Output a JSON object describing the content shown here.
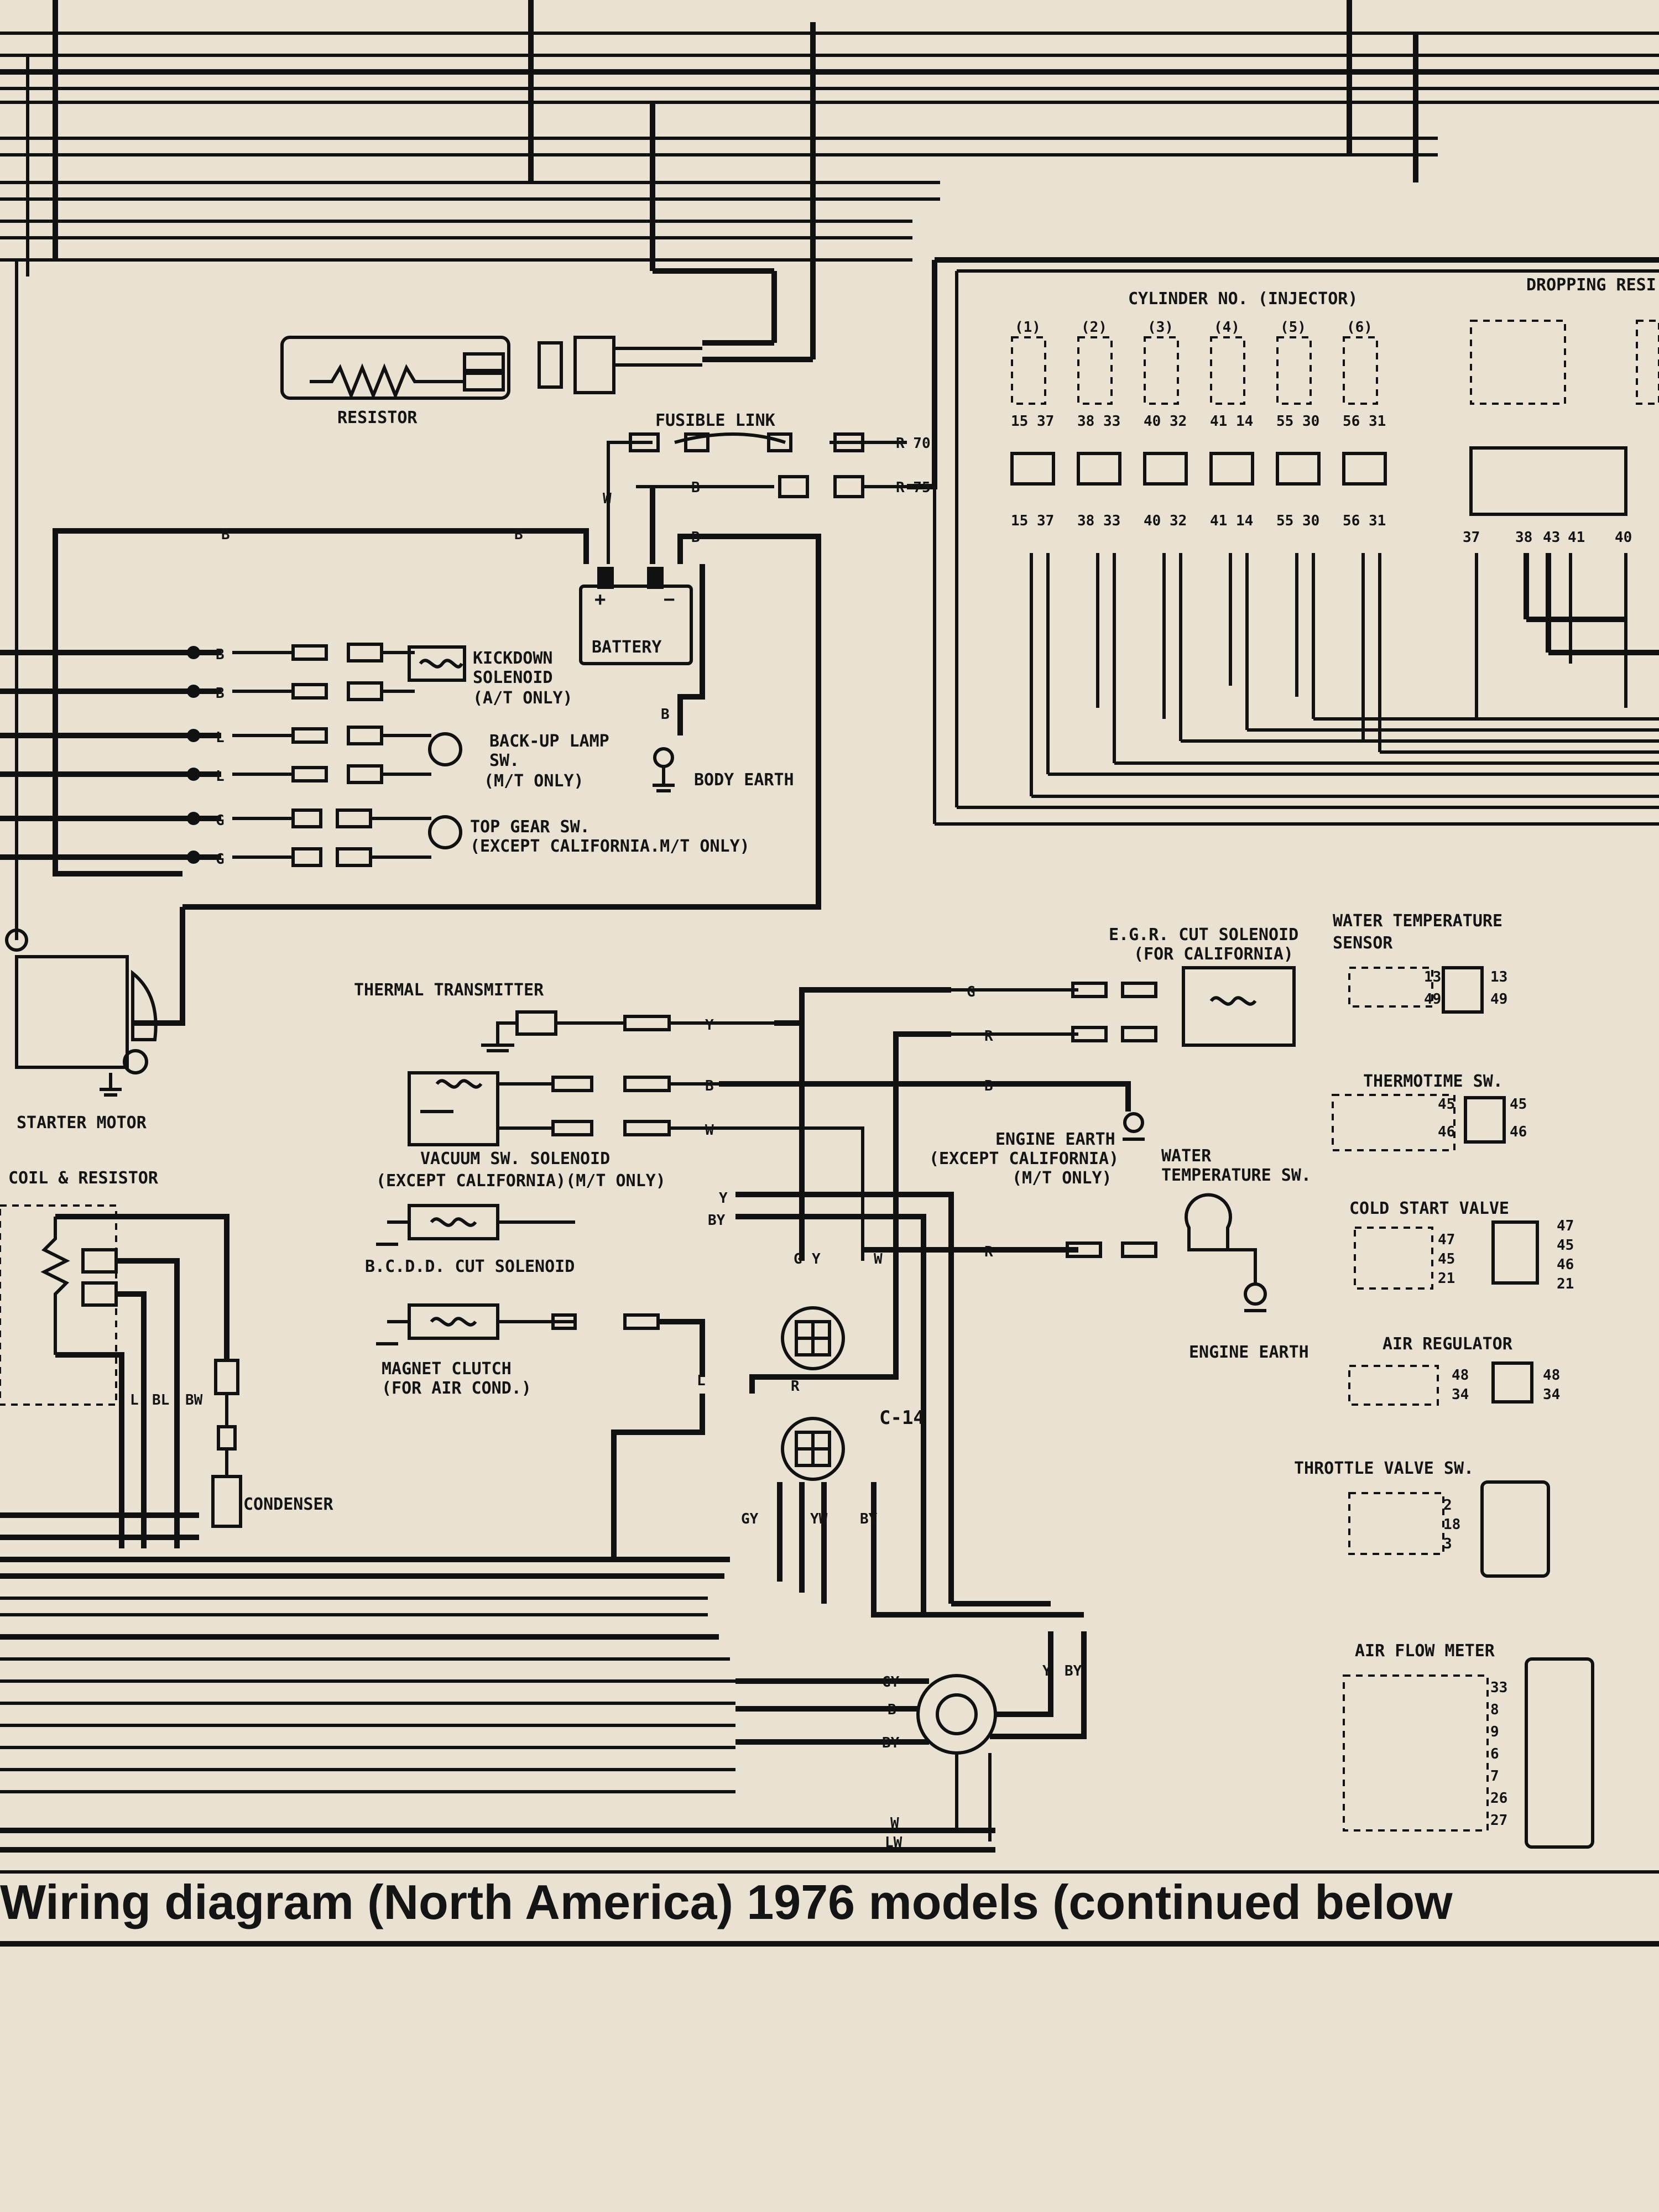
{
  "caption": "Wiring diagram (North America) 1976 models (continued below",
  "components": {
    "resistor": "RESISTOR",
    "fusible_link": "FUSIBLE LINK",
    "battery": "BATTERY",
    "body_earth": "BODY EARTH",
    "kickdown": [
      "KICKDOWN",
      "SOLENOID",
      "(A/T ONLY)"
    ],
    "backup_lamp": [
      "BACK-UP LAMP",
      "SW.",
      "(M/T ONLY)"
    ],
    "top_gear": [
      "TOP GEAR SW.",
      "(EXCEPT CALIFORNIA.M/T ONLY)"
    ],
    "starter_motor": "STARTER MOTOR",
    "coil_resistor": "COIL & RESISTOR",
    "condenser": "CONDENSER",
    "thermal_transmitter": "THERMAL TRANSMITTER",
    "vacuum_solenoid": [
      "VACUUM SW. SOLENOID",
      "(EXCEPT CALIFORNIA)(M/T ONLY)"
    ],
    "bcdd": "B.C.D.D. CUT SOLENOID",
    "magnet_clutch": [
      "MAGNET CLUTCH",
      "(FOR AIR COND.)"
    ],
    "egr": [
      "E.G.R. CUT SOLENOID",
      "(FOR CALIFORNIA)"
    ],
    "engine_earth_1": [
      "ENGINE EARTH",
      "(EXCEPT CALIFORNIA)",
      "(M/T ONLY)"
    ],
    "water_temp_sw": [
      "WATER",
      "TEMPERATURE SW."
    ],
    "engine_earth_2": "ENGINE EARTH",
    "connector_c14": "C-14",
    "cylinder_header": "CYLINDER NO. (INJECTOR)",
    "dropping": "DROPPING RESI",
    "water_temp_sensor": [
      "WATER TEMPERATURE",
      "SENSOR"
    ],
    "thermotime": "THERMOTIME SW.",
    "cold_start": "COLD START VALVE",
    "air_regulator": "AIR REGULATOR",
    "throttle": "THROTTLE VALVE SW.",
    "air_flow": "AIR FLOW METER"
  },
  "cylinders": [
    {
      "no": "(1)",
      "pins": "15 37"
    },
    {
      "no": "(2)",
      "pins": "38 33"
    },
    {
      "no": "(3)",
      "pins": "40 32"
    },
    {
      "no": "(4)",
      "pins": "41 14"
    },
    {
      "no": "(5)",
      "pins": "55 30"
    },
    {
      "no": "(6)",
      "pins": "56 31"
    }
  ],
  "wire_codes": {
    "l": "L",
    "b": "B",
    "w": "W",
    "r": "R",
    "g": "G",
    "y": "Y",
    "by": "BY",
    "gy": "GY",
    "yw": "YW",
    "bw": "BW",
    "bl": "BL",
    "lw": "LW",
    "r70": "R 70",
    "r75": "R 75"
  },
  "sensor_pins": {
    "wts": [
      "13",
      "49"
    ],
    "thermo": [
      "45",
      "46"
    ],
    "cold": [
      "47",
      "45",
      "46",
      "21"
    ],
    "air": [
      "48",
      "34"
    ],
    "throttle": [
      "2",
      "18",
      "3"
    ],
    "airflow": [
      "33",
      "8",
      "9",
      "6",
      "7",
      "26",
      "27"
    ],
    "dropping": [
      "37",
      "38",
      "43",
      "41",
      "40"
    ]
  }
}
